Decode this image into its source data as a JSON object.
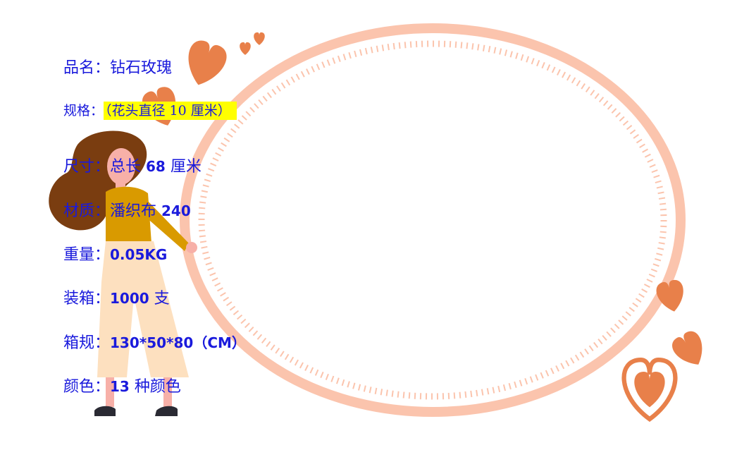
{
  "colors": {
    "frame": "#fbc4ad",
    "heart": "#e8804a",
    "text": "#1a1adc",
    "highlight": "#ffff00",
    "hair": "#7a3d10",
    "shirt": "#d99a00",
    "pants": "#fde0bf",
    "skin": "#f7b0a8",
    "shoes": "#2a2a33"
  },
  "specs": {
    "name": {
      "label": "品名：",
      "value": "钻石玫瑰"
    },
    "size_spec": {
      "label": "规格：",
      "value": "（花头直径 10 厘米）"
    },
    "dims": {
      "label": "尺寸：",
      "value_a": "总长 ",
      "num": "68",
      "value_b": " 厘米"
    },
    "material": {
      "label": "材质：",
      "value": "潘织布 ",
      "num": "240"
    },
    "weight": {
      "label": "重量：",
      "num": "0.05KG"
    },
    "packing": {
      "label": "装箱：",
      "num": "1000",
      "value": " 支"
    },
    "box": {
      "label": "箱规：",
      "num": "130*50*80（CM）"
    },
    "color": {
      "label": "颜色：",
      "num": "13",
      "value": " 种颜色"
    }
  }
}
